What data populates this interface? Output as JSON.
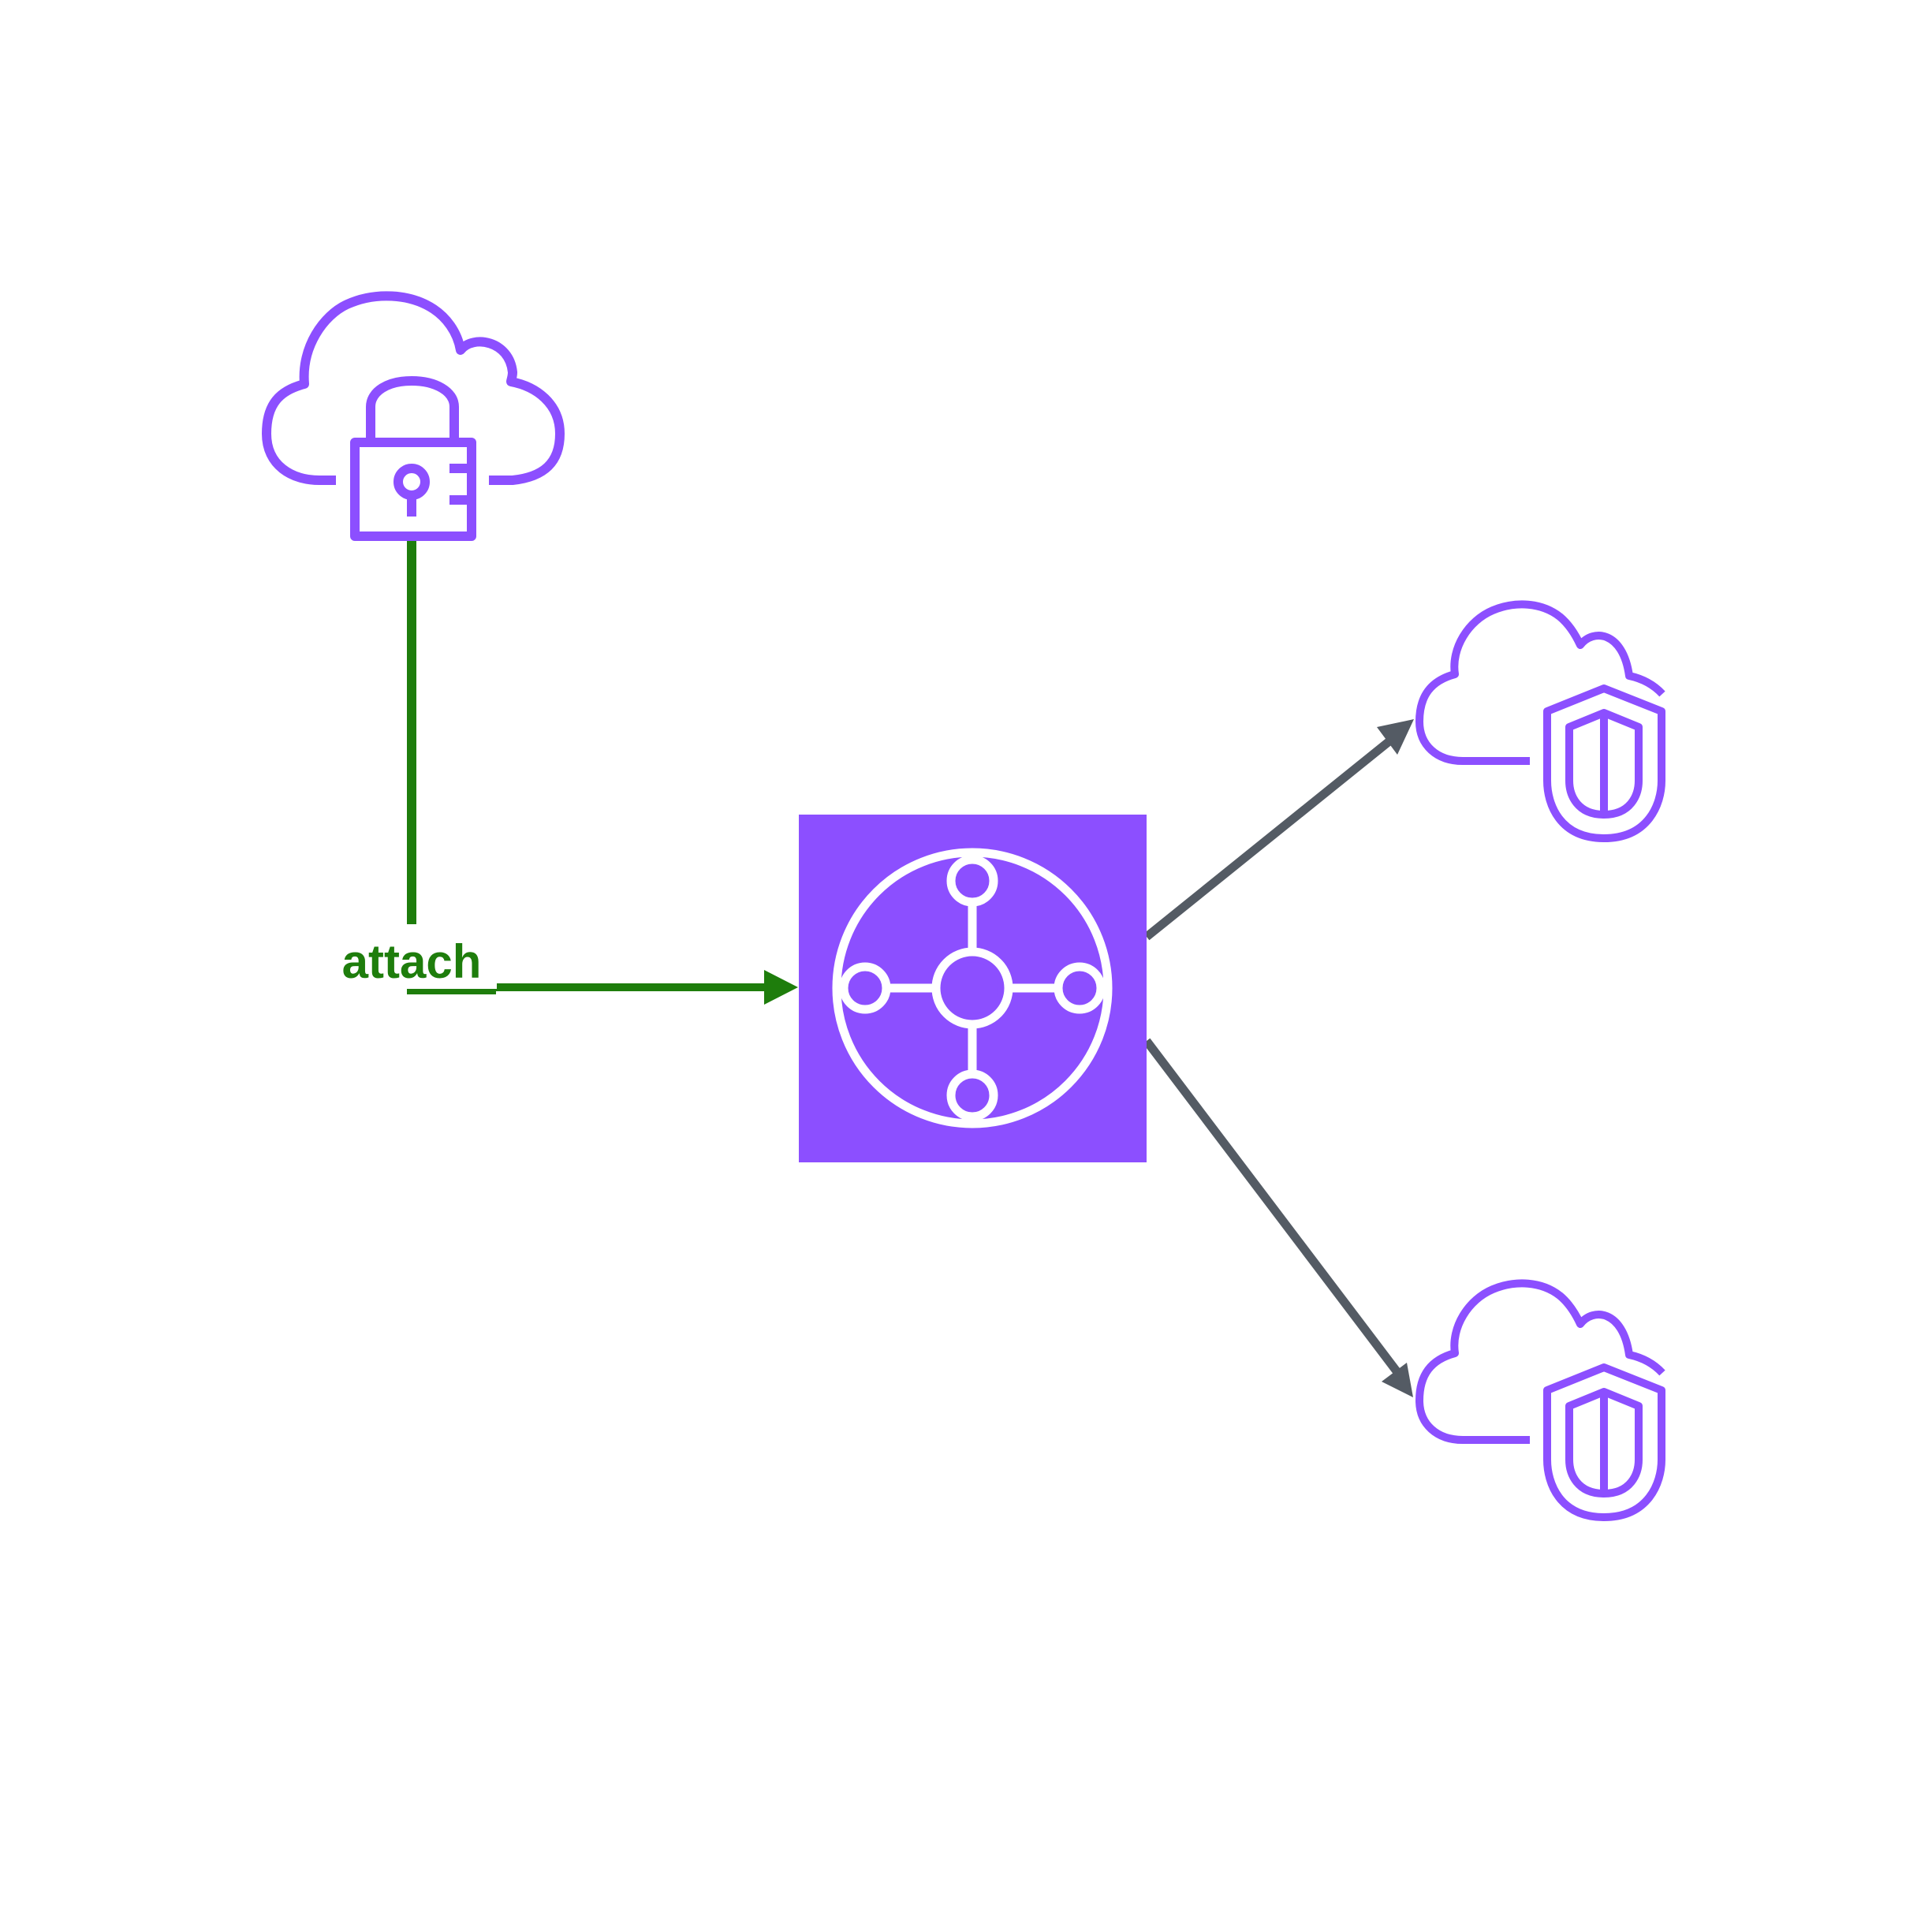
{
  "colors": {
    "purple": "#8C4FFF",
    "green": "#1E7D0C",
    "gray": "#545B64",
    "white": "#FFFFFF"
  },
  "nodes": [
    {
      "id": "vpn-gateway",
      "icon": "cloud-lock-icon"
    },
    {
      "id": "transit-gateway",
      "icon": "transit-gateway-hub-icon"
    },
    {
      "id": "vpc-top",
      "icon": "cloud-shield-icon"
    },
    {
      "id": "vpc-bottom",
      "icon": "cloud-shield-icon"
    }
  ],
  "edges": [
    {
      "from": "vpn-gateway",
      "to": "transit-gateway",
      "label": "attach",
      "color": "#1E7D0C"
    },
    {
      "from": "transit-gateway",
      "to": "vpc-top",
      "label": "",
      "color": "#545B64"
    },
    {
      "from": "transit-gateway",
      "to": "vpc-bottom",
      "label": "",
      "color": "#545B64"
    }
  ],
  "labels": {
    "attach": "attach"
  }
}
